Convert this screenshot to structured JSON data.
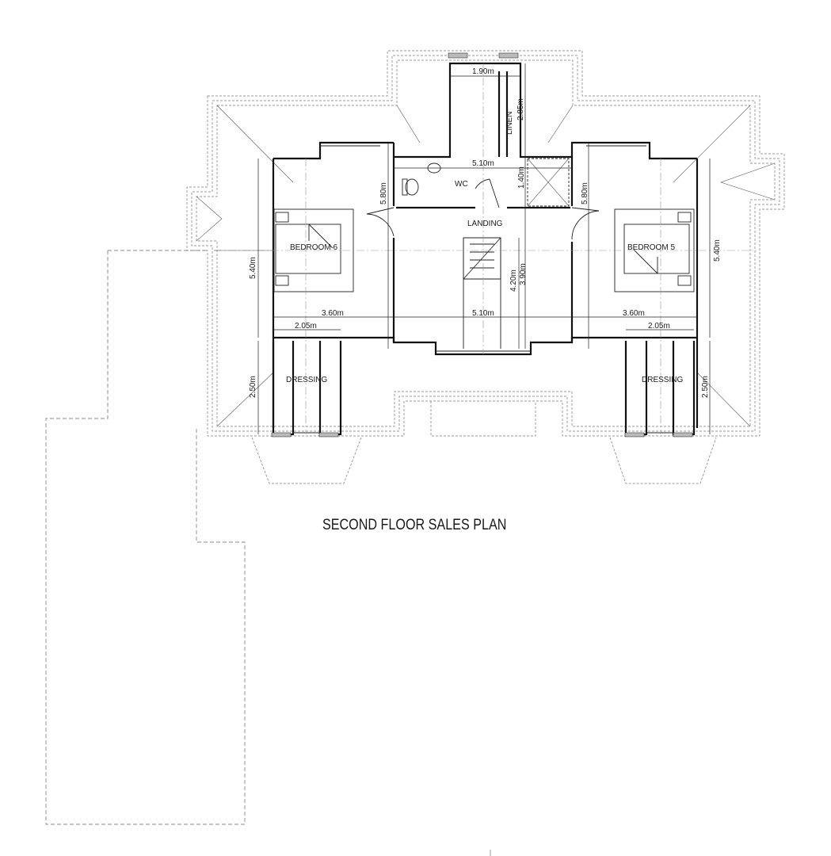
{
  "title": "SECOND FLOOR SALES PLAN",
  "rooms": {
    "bedroom6": "BEDROOM 6",
    "bedroom5": "BEDROOM 5",
    "wc": "WC",
    "landing": "LANDING",
    "linen": "LINEN",
    "dressing_left": "DRESSING",
    "dressing_right": "DRESSING"
  },
  "dimensions": {
    "top_width": "1.90m",
    "linen_height": "2.85m",
    "wc_width": "5.10m",
    "wc_height": "1.40m",
    "left_wall_height": "5.80m",
    "right_wall_height": "5.80m",
    "bedroom6_height": "5.40m",
    "bedroom5_height": "5.40m",
    "landing_height_a": "4.20m",
    "landing_height_b": "3.90m",
    "bedroom6_width": "3.60m",
    "bedroom5_width": "3.60m",
    "landing_width": "5.10m",
    "dressing_left_width": "2.05m",
    "dressing_right_width": "2.05m",
    "dressing_left_height": "2.50m",
    "dressing_right_height": "2.50m"
  }
}
